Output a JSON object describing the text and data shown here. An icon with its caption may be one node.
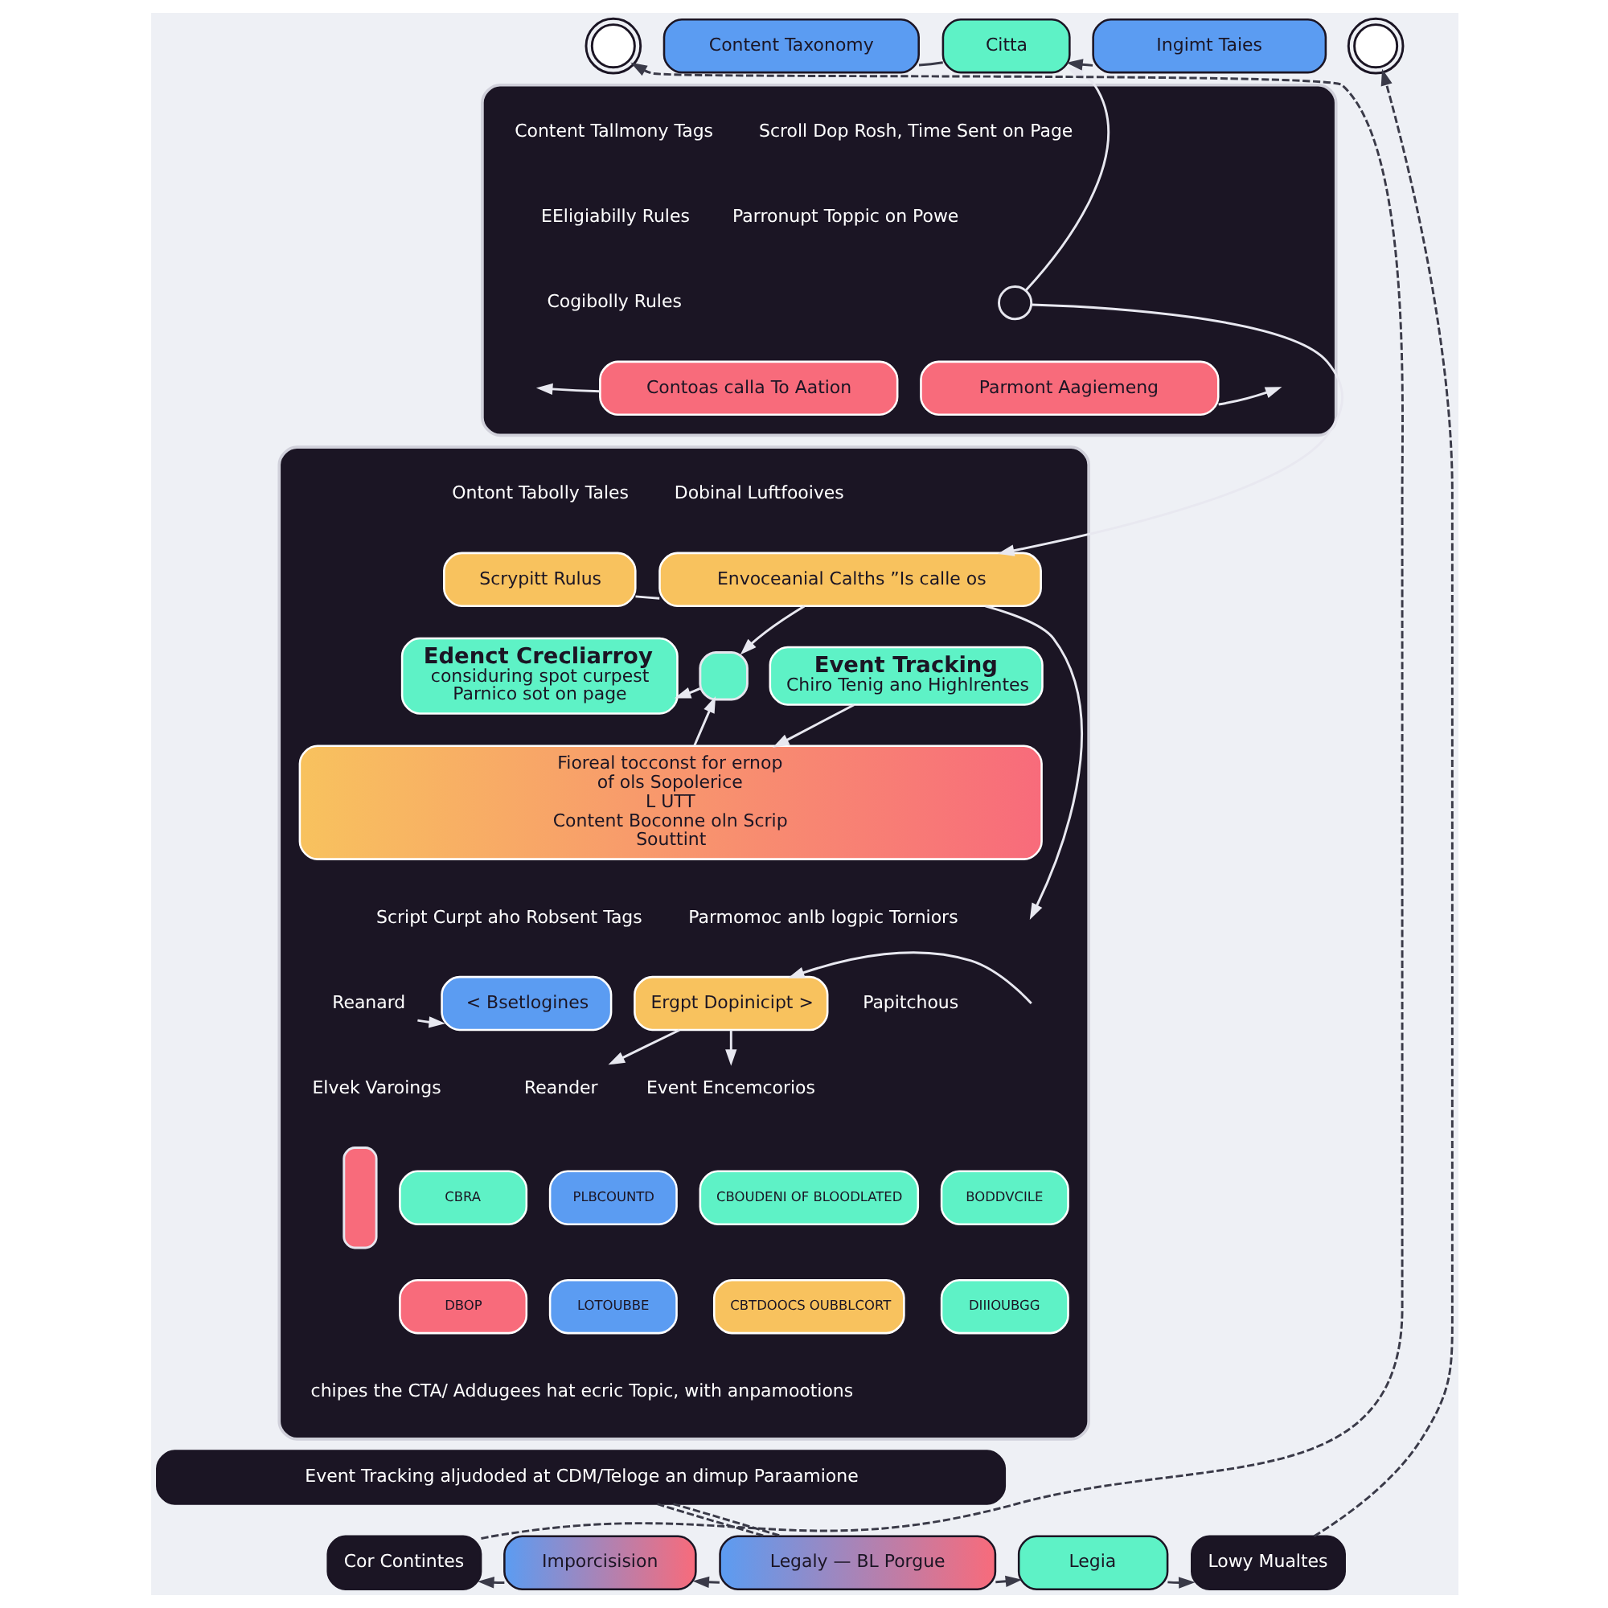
{
  "diagram": {
    "nodes": [
      {
        "text": [],
        "shape": "box"
      },
      {
        "text": [
          "Content Taxonomy"
        ]
      },
      {
        "text": [
          "Citta"
        ]
      },
      {
        "text": [
          "Ingimt Taies"
        ]
      },
      {
        "text": [],
        "shape": "person"
      },
      {
        "text": [],
        "shape": "person"
      },
      {
        "text": [],
        "shape": "circle",
        "in": 0
      },
      {
        "text": [
          "Contoas calla To Aation"
        ],
        "in": 0
      },
      {
        "text": [
          "Parmont Aagiemeng"
        ],
        "in": 0
      },
      {
        "text": [],
        "shape": "box"
      },
      {
        "text": [
          "Scrypitt Rulus"
        ],
        "in": 9
      },
      {
        "text": [
          "Envoceanial Calths ”Is calle os"
        ],
        "in": 9
      },
      {
        "text": [
          "Edenct Crecliarroy",
          "considuring spot curpest Parnico sot on page"
        ],
        "in": 9
      },
      {
        "text": [],
        "shape": "box",
        "in": 9
      },
      {
        "text": [
          "Event Tracking",
          "Chiro Tenig ano Highlrentes"
        ],
        "in": 9
      },
      {
        "text": [
          "Fioreal tocconst for ernop of ols Sopolerice",
          "L UTT",
          "Content Boconne oln Scrip Souttint"
        ],
        "in": 9
      },
      {
        "text": [
          "Reanard"
        ],
        "in": 9
      },
      {
        "text": [
          "< Bsetlogines"
        ],
        "in": 9
      },
      {
        "text": [
          "Ergpt Dopinicipt >"
        ],
        "in": 9
      },
      {
        "text": [
          "Reander"
        ],
        "in": 9
      },
      {
        "text": [
          "Event Encemcorios"
        ],
        "in": 9
      },
      {
        "text": [],
        "shape": "bar",
        "in": 9
      },
      {
        "text": [
          "CBRA"
        ],
        "in": 9
      },
      {
        "text": [
          "PLBCOUNTD"
        ],
        "in": 9
      },
      {
        "text": [
          "CBOUDENI OF BLOODLATED"
        ],
        "in": 9
      },
      {
        "text": [
          "BODDVCILE"
        ],
        "in": 9
      },
      {
        "text": [
          "DBOP"
        ],
        "in": 9
      },
      {
        "text": [
          "LOTOUBBE"
        ],
        "in": 9
      },
      {
        "text": [
          "CBTDOOCS OUBBLCORT"
        ],
        "in": 9
      },
      {
        "text": [
          "DIIIOUBGG"
        ],
        "in": 9
      },
      {
        "text": [
          "Event Tracking aljudoded at CDM/Teloge an dimup Paraamione"
        ]
      },
      {
        "text": [
          "Imporcisision"
        ]
      },
      {
        "text": [
          "Legaly — BL Porgue"
        ]
      },
      {
        "text": [
          "Legia"
        ]
      },
      {
        "text": [
          "Cor Contintes"
        ]
      },
      {
        "text": [
          "Lowy Mualtes"
        ]
      }
    ],
    "edges": [
      {
        "from": 6,
        "to": 2,
        "arrow": "to"
      },
      {
        "from": 1,
        "to": 2,
        "arrow": "none",
        "color": "#3a3a48"
      },
      {
        "from": 3,
        "to": 2,
        "arrow": "to",
        "color": "#3a3a48"
      },
      {
        "from": 7,
        "to": null,
        "arrow": "to"
      },
      {
        "from": 8,
        "to": null,
        "arrow": "to"
      },
      {
        "from": 6,
        "to": 11,
        "arrow": "to"
      },
      {
        "from": 10,
        "to": 11,
        "arrow": "none"
      },
      {
        "from": 11,
        "to": 13,
        "arrow": "to"
      },
      {
        "from": 13,
        "to": 12,
        "arrow": "to"
      },
      {
        "from": 15,
        "to": 13,
        "arrow": "to"
      },
      {
        "from": 14,
        "to": 15,
        "arrow": "to"
      },
      {
        "from": 11,
        "to": null,
        "arrow": "to"
      },
      {
        "from": 16,
        "to": 17,
        "arrow": "to"
      },
      {
        "from": null,
        "to": 18,
        "arrow": "to"
      },
      {
        "from": 18,
        "to": 19,
        "arrow": "to"
      },
      {
        "from": 18,
        "to": 20,
        "arrow": "to"
      },
      {
        "from": 30,
        "to": 32,
        "arrow": "none",
        "style": "dashed",
        "color": "#3a3a48"
      },
      {
        "from": 30,
        "to": 32,
        "arrow": "none",
        "style": "dashed",
        "color": "#3a3a48"
      },
      {
        "from": 32,
        "to": 31,
        "arrow": "to",
        "color": "#3a3a48"
      },
      {
        "from": 32,
        "to": 33,
        "arrow": "to",
        "color": "#3a3a48"
      },
      {
        "from": 31,
        "to": 34,
        "arrow": "to",
        "color": "#3a3a48"
      },
      {
        "from": 33,
        "to": 35,
        "arrow": "to",
        "color": "#3a3a48"
      },
      {
        "from": 34,
        "to": 4,
        "arrow": "to",
        "style": "dashed",
        "color": "#3a3a48"
      },
      {
        "from": 35,
        "to": 5,
        "arrow": "to",
        "style": "dashed",
        "color": "#3a3a48"
      }
    ],
    "labels": [
      "Content Tallmony Tags",
      "EEligiabilly Rules",
      "Cogibolly Rules",
      "Scroll Dop Rosh, Time Sent on Page",
      "Parronupt Toppic on Powe",
      "Ontont Tabolly Tales",
      "Dobinal Luftfooives",
      "Script Curpt aho Robsent Tags",
      "Parmomoc anlb logpic Torniors",
      "Papitchous",
      "Elvek Varoings",
      "chipes the CTA/ Addugees hat ecric Topic, with anpamootions"
    ]
  }
}
